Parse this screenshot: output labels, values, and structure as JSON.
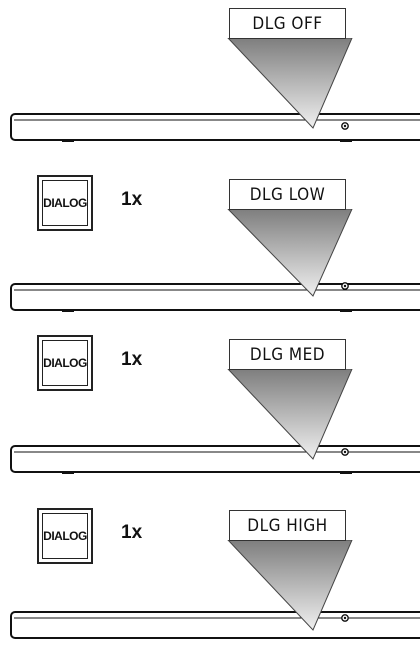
{
  "steps": [
    {
      "indicator": "DLG OFF",
      "button_label": "",
      "press_count": ""
    },
    {
      "indicator": "DLG LOW",
      "button_label": "DIALOG",
      "press_count": "1x"
    },
    {
      "indicator": "DLG MED",
      "button_label": "DIALOG",
      "press_count": "1x"
    },
    {
      "indicator": "DLG HIGH",
      "button_label": "DIALOG",
      "press_count": "1x"
    }
  ],
  "icons": {
    "remote_button": "dialog-button-icon",
    "soundbar": "soundbar-icon"
  },
  "colors": {
    "line": "#111111",
    "beam_dark": "#8a8a8a",
    "beam_light": "#f4f4f4"
  }
}
